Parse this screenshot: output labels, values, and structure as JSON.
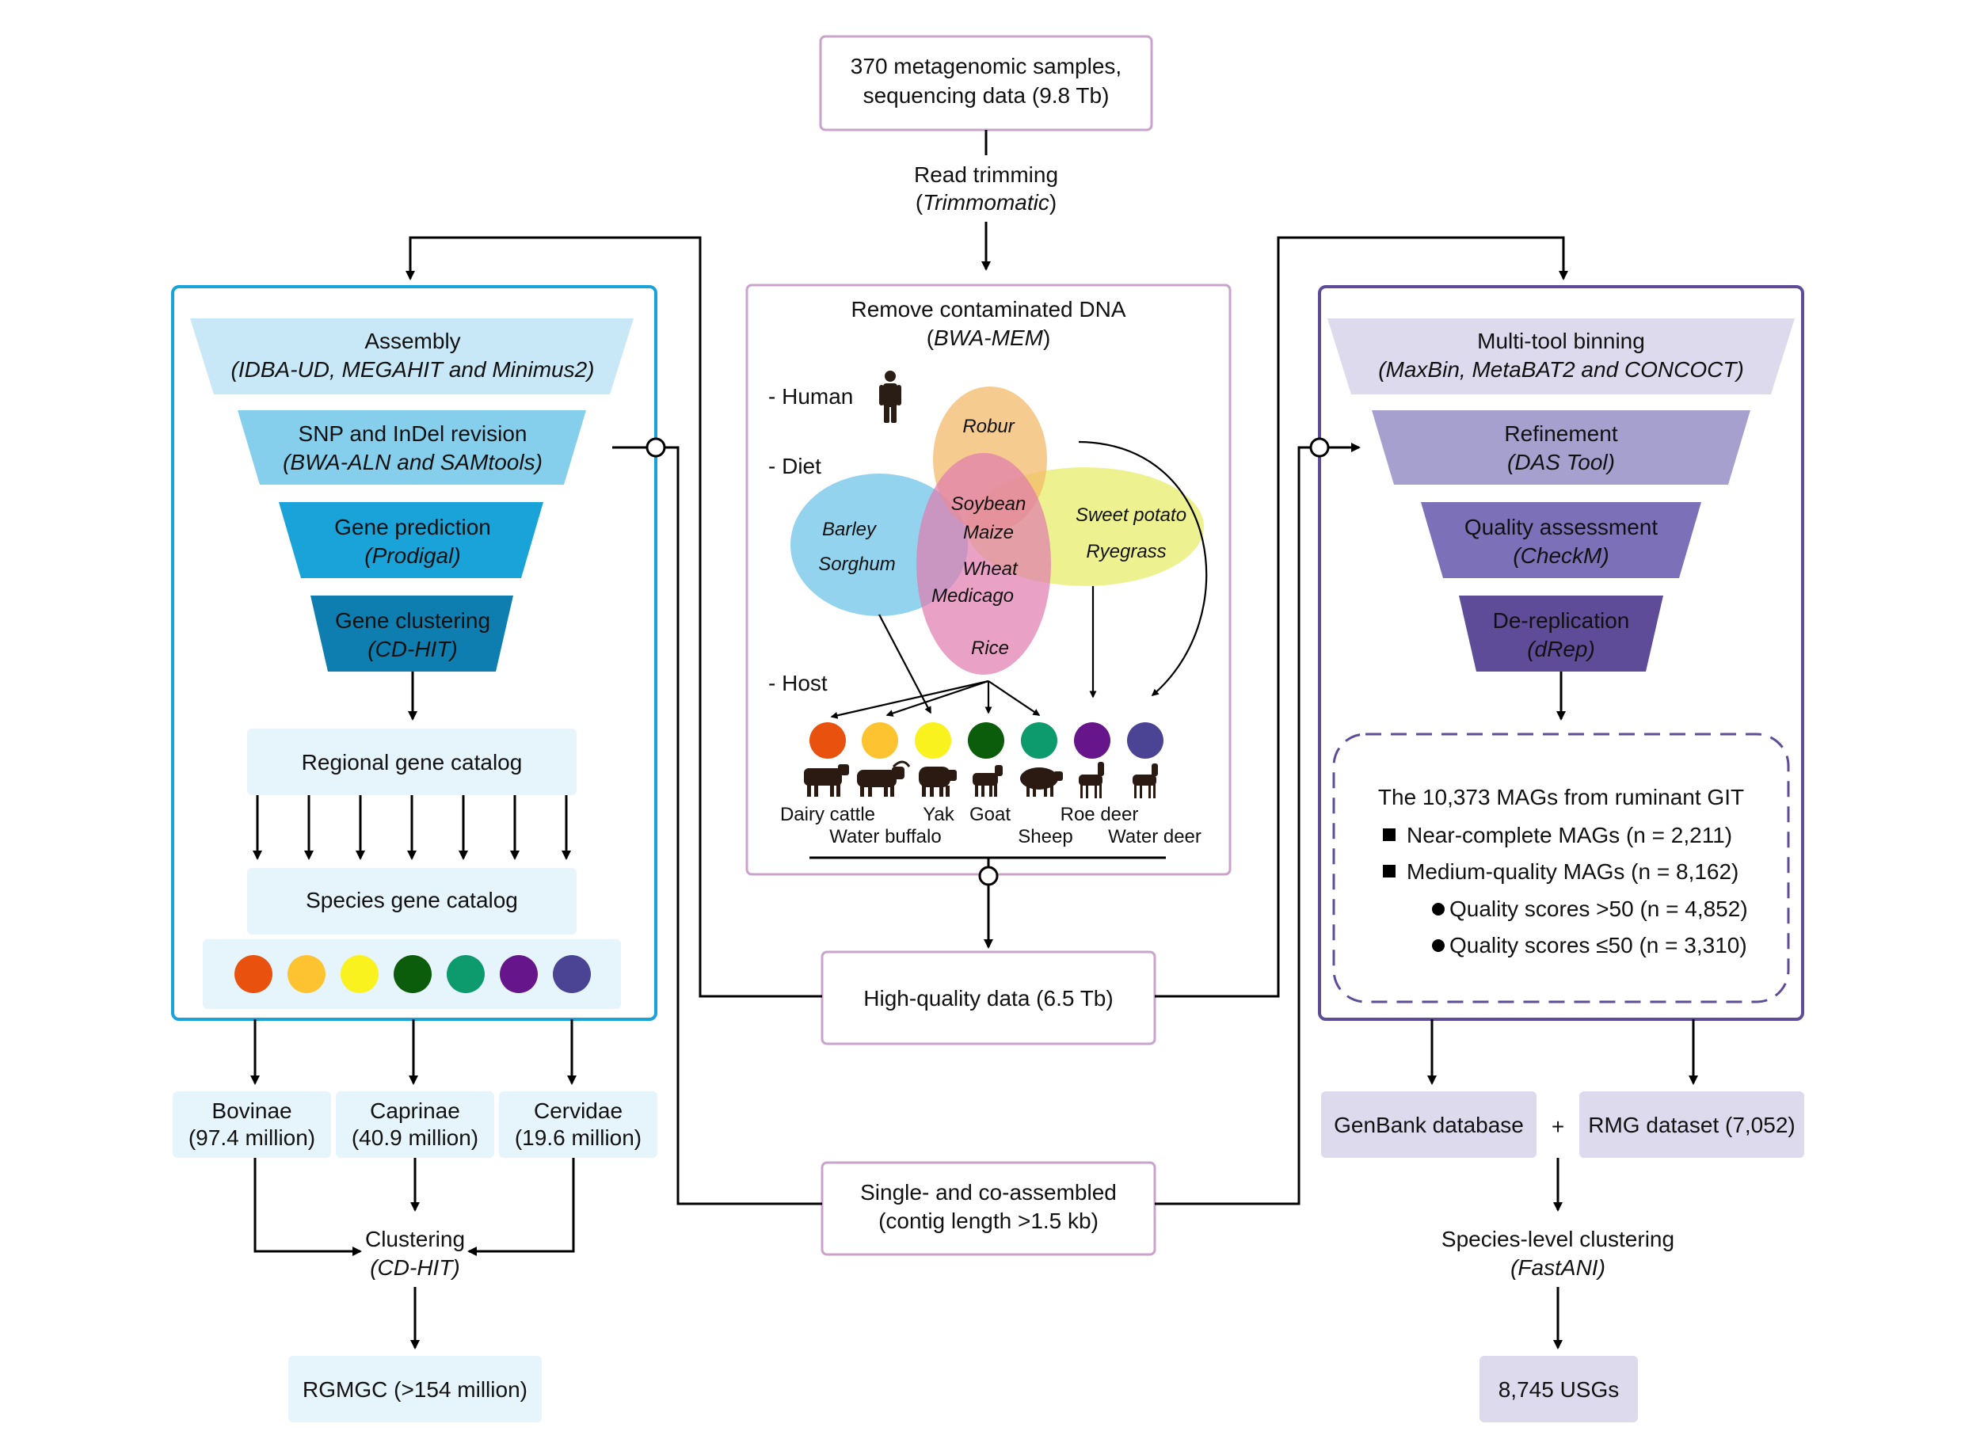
{
  "top": {
    "samples_line1": "370 metagenomic samples,",
    "samples_line2": "sequencing data (9.8 Tb)",
    "trim_label": "Read trimming",
    "trim_tool": "Trimmomatic"
  },
  "center": {
    "remove_title": "Remove contaminated DNA",
    "remove_tool": "BWA-MEM",
    "human_label": "- Human",
    "diet_label": "- Diet",
    "host_label": "- Host",
    "venn_robur": "Robur",
    "venn_soybean": "Soybean",
    "venn_maize": "Maize",
    "venn_wheat": "Wheat",
    "venn_medicago": "Medicago",
    "venn_barley": "Barley",
    "venn_sorghum": "Sorghum",
    "venn_sweet_potato": "Sweet potato",
    "venn_ryegrass": "Ryegrass",
    "venn_rice": "Rice",
    "hosts": {
      "dairy_cattle": "Dairy cattle",
      "water_buffalo": "Water buffalo",
      "yak": "Yak",
      "goat": "Goat",
      "sheep": "Sheep",
      "roe_deer": "Roe deer",
      "water_deer": "Water deer"
    },
    "hq_data": "High-quality data (6.5 Tb)",
    "assembled_line1": "Single- and co-assembled",
    "assembled_line2": "(contig length >1.5 kb)"
  },
  "left": {
    "assembly_title": "Assembly",
    "assembly_tools": "(IDBA-UD, MEGAHIT and Minimus2)",
    "snp_title": "SNP and InDel revision",
    "snp_tools": "(BWA-ALN and SAMtools)",
    "gp_title": "Gene prediction",
    "gp_tool": "(Prodigal)",
    "gc_title": "Gene clustering",
    "gc_tool": "(CD-HIT)",
    "regional_catalog": "Regional gene catalog",
    "species_catalog": "Species gene catalog",
    "bovinae": "Bovinae",
    "bovinae_count": "(97.4 million)",
    "caprinae": "Caprinae",
    "caprinae_count": "(40.9 million)",
    "cervidae": "Cervidae",
    "cervidae_count": "(19.6 million)",
    "clustering": "Clustering",
    "clustering_tool": "(CD-HIT)",
    "rgmgc": "RGMGC (>154 million)"
  },
  "right": {
    "binning_title": "Multi-tool binning",
    "binning_tools": "(MaxBin, MetaBAT2 and CONCOCT)",
    "refinement_title": "Refinement",
    "refinement_tool": "(DAS Tool)",
    "qa_title": "Quality assessment",
    "qa_tool": "(CheckM)",
    "derep_title": "De-replication",
    "derep_tool": "(dRep)",
    "mags_title": "The 10,373 MAGs from ruminant GIT",
    "near_complete": "Near-complete MAGs (n = 2,211)",
    "medium_quality": "Medium-quality MAGs (n = 8,162)",
    "qs_above": "Quality scores >50 (n = 4,852)",
    "qs_below": "Quality scores ≤50 (n = 3,310)",
    "genbank": "GenBank database",
    "plus": "+",
    "rmg": "RMG dataset (7,052)",
    "species_clustering": "Species-level clustering",
    "fastani": "(FastANI)",
    "usgs": "8,745 USGs"
  },
  "colors": {
    "host_palette": [
      "#E8520E",
      "#FDC330",
      "#FAF21E",
      "#0B5C0B",
      "#0D9A6C",
      "#66168A",
      "#4B4495"
    ],
    "left_frame": "#1AA3D9",
    "right_frame": "#5E4C99",
    "center_frame": "#C9A3CC"
  }
}
